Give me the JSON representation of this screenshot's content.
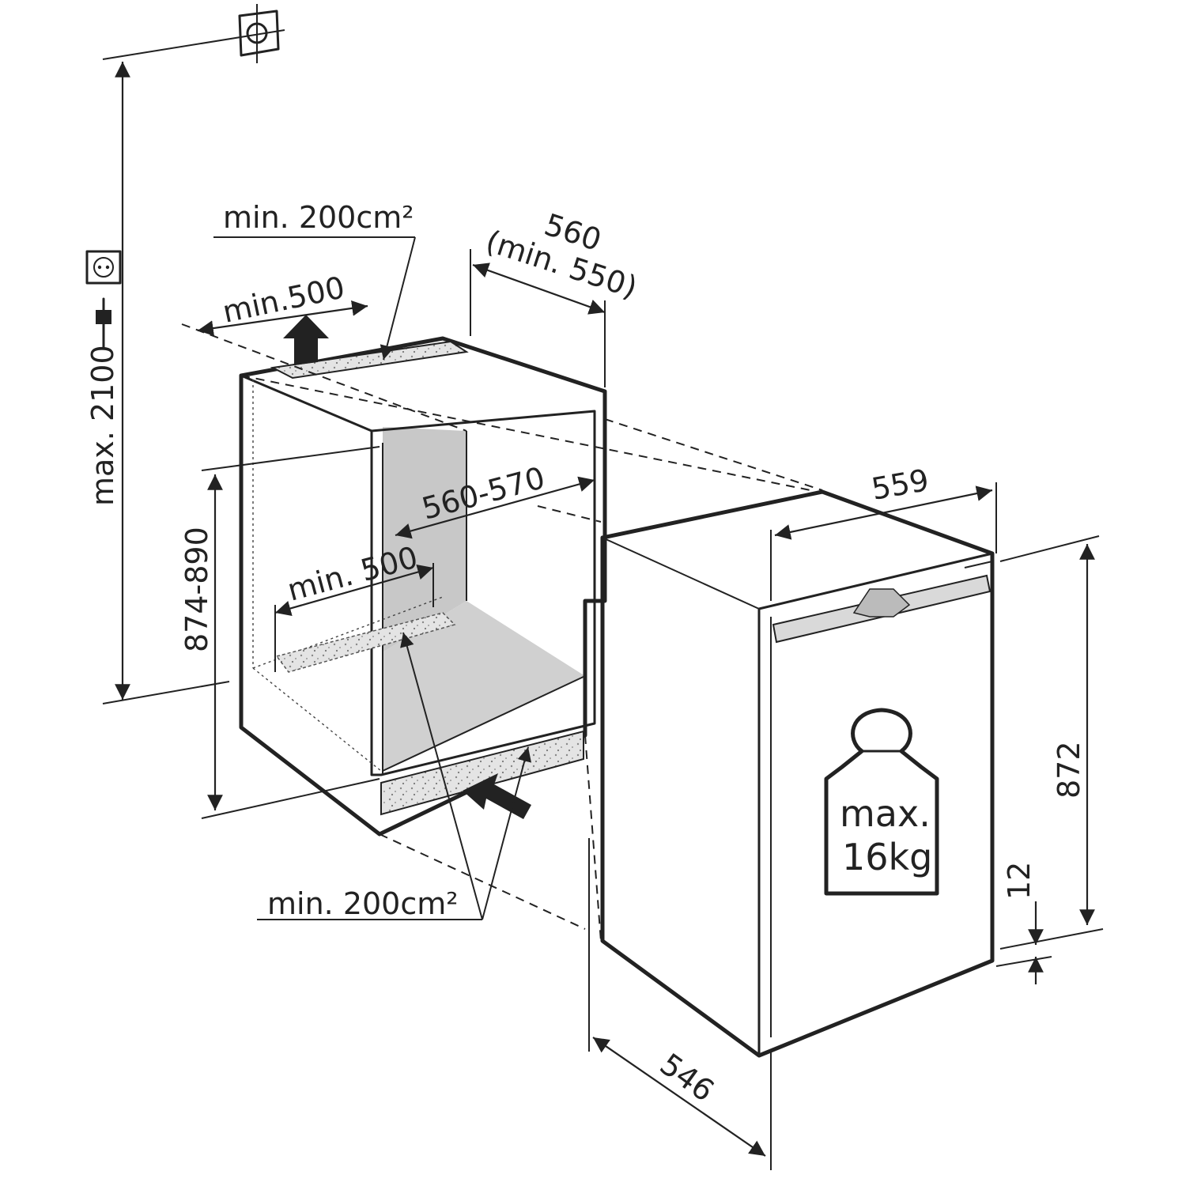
{
  "labels": {
    "top_vent": "min. 200cm²",
    "top_clearance": "min.500",
    "niche_depth": "560",
    "niche_depth_min": "(min. 550)",
    "max_height": "max. 2100",
    "niche_width": "560-570",
    "niche_height": "874-890",
    "inner_clearance": "min. 500",
    "bottom_vent": "min. 200cm²",
    "appliance_width": "559",
    "appliance_height": "872",
    "plinth": "12",
    "appliance_depth": "546",
    "load_line1": "max.",
    "load_line2": "16kg"
  },
  "icons": {
    "wall_mount": "crosshair-bracket-icon",
    "socket": "power-socket-icon",
    "plug": "power-plug-icon",
    "weight": "weight-icon",
    "airflow_out": "arrow-up-icon",
    "airflow_in": "arrow-diagonal-icon"
  },
  "colors": {
    "line": "#222222",
    "shade": "#c8c8c8",
    "vent": "#dddddd"
  }
}
